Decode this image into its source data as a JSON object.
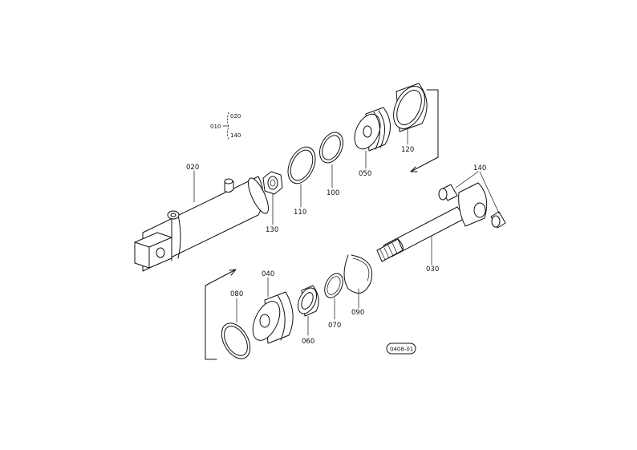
{
  "labels": {
    "l020": "020",
    "l010": "010",
    "l140": "140",
    "l020b": "020",
    "l130": "130",
    "l110": "110",
    "l100": "100",
    "l050": "050",
    "l120": "120",
    "l140b": "140",
    "l030": "030",
    "l040": "040",
    "l080": "080",
    "l060": "060",
    "l070": "070",
    "l090": "090",
    "ref": "0408-01"
  }
}
